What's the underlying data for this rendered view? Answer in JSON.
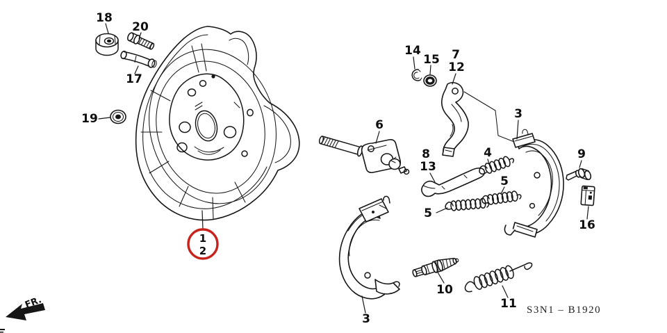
{
  "figure": {
    "type": "exploded-parts-diagram",
    "drawing_code": "S3N1 – B1920",
    "front_marker": "FR.",
    "colors": {
      "line": "#161616",
      "highlight_red": "#c8241e",
      "background": "#ffffff"
    },
    "circled_group": {
      "part_top": "1",
      "part_bottom": "2"
    },
    "callouts": {
      "nut": "18",
      "adjusting_bolt": "20",
      "pin": "17",
      "grommet_left": "19",
      "clip": "14",
      "grommet_right": "15",
      "lever_upper": "7",
      "lever_lower": "12",
      "shoe_upper": "3",
      "spindle": "6",
      "strut_upper": "8",
      "strut_lower": "13",
      "spring_small": "4",
      "spring_mid_right": "5",
      "spring_mid_left": "5",
      "bolt_small": "9",
      "connector_block": "16",
      "adjuster": "10",
      "return_spring": "11",
      "shoe_lower": "3"
    }
  }
}
